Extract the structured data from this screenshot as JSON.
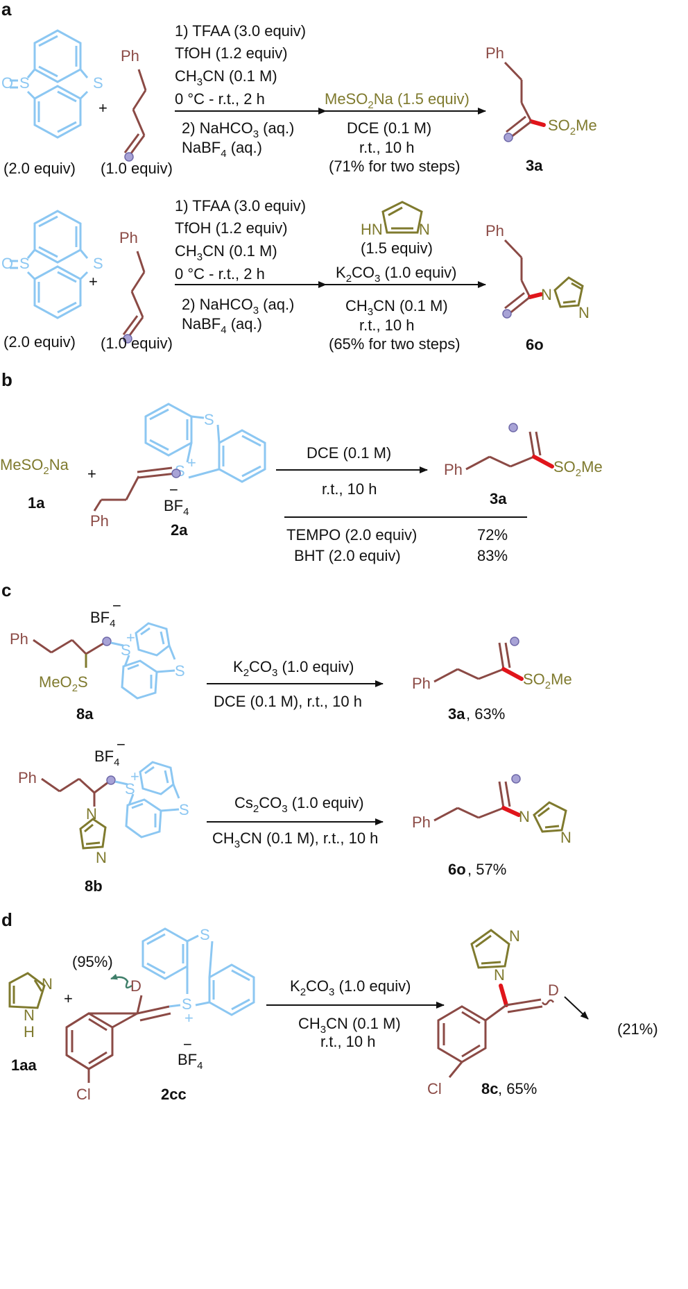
{
  "panels": {
    "a": "a",
    "b": "b",
    "c": "c",
    "d": "d"
  },
  "common": {
    "ph": "Ph",
    "o": "O",
    "s": "S",
    "s_plus": "S",
    "plus": "+",
    "charge_plus": "+",
    "charge_minus": "−",
    "bf4": "BF",
    "bf4_sub": "4",
    "equiv_2": "(2.0 equiv)",
    "equiv_1": "(1.0 equiv)",
    "so2me": "SO",
    "so2me_sub": "2",
    "so2me_tail": "Me",
    "n": "N",
    "hn": "HN",
    "h": "H",
    "d": "D",
    "cl": "Cl"
  },
  "a1": {
    "cond1": "1) TFAA (3.0 equiv)",
    "cond2": "TfOH (1.2 equiv)",
    "cond3_pre": "CH",
    "cond3_sub": "3",
    "cond3_post": "CN (0.1 M)",
    "cond4": "0 °C - r.t., 2 h",
    "cond5_pre": "2) NaHCO",
    "cond5_sub": "3",
    "cond5_post": " (aq.)",
    "cond6_pre": "NaBF",
    "cond6_sub": "4",
    "cond6_post": " (aq.)",
    "reagent_pre": "MeSO",
    "reagent_sub": "2",
    "reagent_post": "Na (1.5 equiv)",
    "solvent": "DCE (0.1 M)",
    "time": "r.t., 10 h",
    "yield": "(71% for two steps)",
    "product": "3a"
  },
  "a2": {
    "cond1": "1) TFAA (3.0 equiv)",
    "cond2": "TfOH (1.2 equiv)",
    "cond3_pre": "CH",
    "cond3_sub": "3",
    "cond3_post": "CN (0.1 M)",
    "cond4": "0 °C - r.t., 2 h",
    "cond5_pre": "2) NaHCO",
    "cond5_sub": "3",
    "cond5_post": " (aq.)",
    "cond6_pre": "NaBF",
    "cond6_sub": "4",
    "cond6_post": " (aq.)",
    "imid_equiv": "(1.5 equiv)",
    "base_pre": "K",
    "base_sub": "2",
    "base_mid": "CO",
    "base_sub2": "3",
    "base_post": " (1.0 equiv)",
    "solvent_pre": "CH",
    "solvent_sub": "3",
    "solvent_post": "CN (0.1 M)",
    "time": "r.t., 10 h",
    "yield": "(65% for two steps)",
    "product": "6o"
  },
  "b": {
    "reagent_pre": "MeSO",
    "reagent_sub": "2",
    "reagent_post": "Na",
    "label1": "1a",
    "label2": "2a",
    "solvent": "DCE (0.1 M)",
    "time": "r.t., 10 h",
    "product": "3a",
    "row1_name": "TEMPO (2.0 equiv)",
    "row1_yield": "72%",
    "row2_name": "BHT (2.0 equiv)",
    "row2_yield": "83%"
  },
  "c1": {
    "meo2s_pre": "MeO",
    "meo2s_sub": "2",
    "meo2s_post": "S",
    "label": "8a",
    "base_pre": "K",
    "base_sub": "2",
    "base_mid": "CO",
    "base_sub2": "3",
    "base_post": " (1.0 equiv)",
    "conditions": "DCE (0.1 M), r.t., 10 h",
    "product": "3a",
    "yield": ", 63%"
  },
  "c2": {
    "label": "8b",
    "base_pre": "Cs",
    "base_sub": "2",
    "base_mid": "CO",
    "base_sub2": "3",
    "base_post": " (1.0 equiv)",
    "cond_pre": "CH",
    "cond_sub": "3",
    "cond_post": "CN (0.1 M), r.t., 10 h",
    "product": "6o",
    "yield": ", 57%"
  },
  "d": {
    "label1": "1aa",
    "label2": "2cc",
    "pct_left": "(95%)",
    "pct_right": "(21%)",
    "base_pre": "K",
    "base_sub": "2",
    "base_mid": "CO",
    "base_sub2": "3",
    "base_post": " (1.0 equiv)",
    "solvent_pre": "CH",
    "solvent_sub": "3",
    "solvent_post": "CN (0.1 M)",
    "time": "r.t., 10 h",
    "product": "8c",
    "yield": ", 65%"
  }
}
